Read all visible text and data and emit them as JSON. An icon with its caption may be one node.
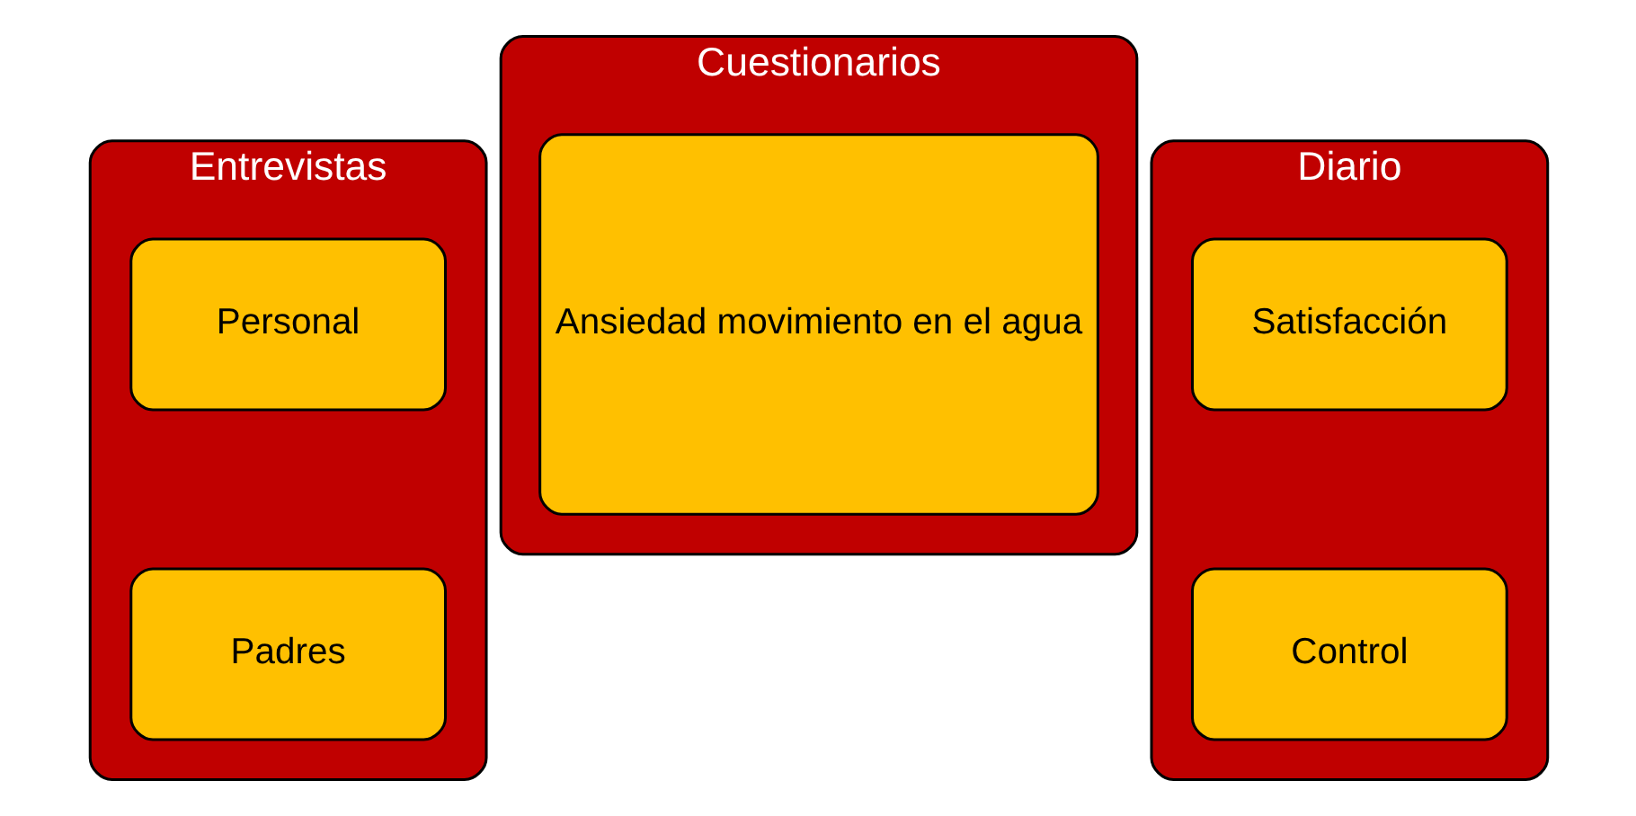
{
  "diagram": {
    "nodes": [
      {
        "text": [
          "Entrevistas"
        ]
      },
      {
        "text": [
          "Personal"
        ],
        "in": 0
      },
      {
        "text": [
          "Padres"
        ],
        "in": 0
      },
      {
        "text": [
          "Cuestionarios"
        ]
      },
      {
        "text": [
          "Ansiedad movimiento en el agua"
        ],
        "in": 3
      },
      {
        "text": [
          "Diario"
        ]
      },
      {
        "text": [
          "Satisfacción"
        ],
        "in": 5
      },
      {
        "text": [
          "Control"
        ],
        "in": 5
      }
    ],
    "edges": []
  }
}
